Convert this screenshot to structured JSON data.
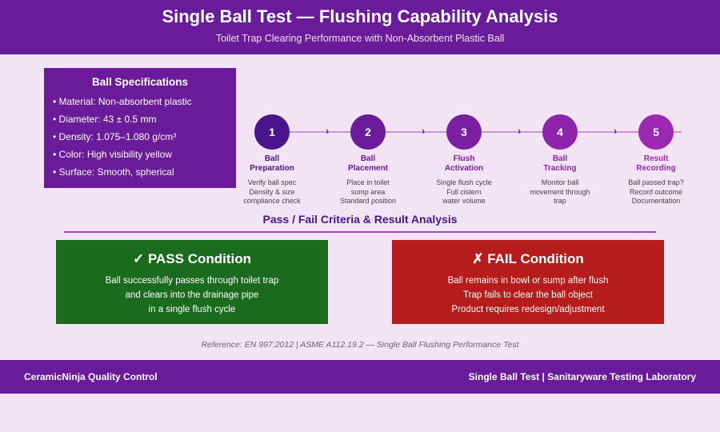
{
  "header": {
    "title": "Single Ball Test — Flushing Capability Analysis",
    "subtitle": "Toilet Trap Clearing Performance with Non-Absorbent Plastic Ball"
  },
  "specs": {
    "title": "Ball Specifications",
    "items": [
      "• Material: Non-absorbent plastic",
      "• Diameter: 43 ± 0.5 mm",
      "• Density: 1.075–1.080 g/cm³",
      "• Color: High visibility yellow",
      "• Surface: Smooth, spherical"
    ]
  },
  "steps": [
    {
      "num": "1",
      "name_1": "Ball",
      "name_2": "Preparation",
      "desc": [
        "Verify ball spec",
        "Density & size",
        "compliance check"
      ],
      "color": "#4a148c"
    },
    {
      "num": "2",
      "name_1": "Ball",
      "name_2": "Placement",
      "desc": [
        "Place in toilet",
        "sump area",
        "Standard position"
      ],
      "color": "#6a1b9a"
    },
    {
      "num": "3",
      "name_1": "Flush",
      "name_2": "Activation",
      "desc": [
        "Single flush cycle",
        "Full cistern",
        "water volume"
      ],
      "color": "#7b1fa2"
    },
    {
      "num": "4",
      "name_1": "Ball",
      "name_2": "Tracking",
      "desc": [
        "Monitor ball",
        "movement through",
        "trap"
      ],
      "color": "#8e24aa"
    },
    {
      "num": "5",
      "name_1": "Result",
      "name_2": "Recording",
      "desc": [
        "Ball passed trap?",
        "Record outcome",
        "Documentation"
      ],
      "color": "#9c27b0"
    }
  ],
  "arrow_glyph": "›",
  "criteria": {
    "title": "Pass / Fail Criteria & Result Analysis"
  },
  "pass": {
    "heading": "✓ PASS Condition",
    "lines": [
      "Ball successfully passes through toilet trap",
      "and clears into the drainage pipe",
      "in a single flush cycle"
    ],
    "color": "#1b6b1f"
  },
  "fail": {
    "heading": "✗ FAIL Condition",
    "lines": [
      "Ball remains in bowl or sump after flush",
      "Trap fails to clear the ball object",
      "Product requires redesign/adjustment"
    ],
    "color": "#b71c1c"
  },
  "reference": "Reference: EN 997:2012 | ASME A112.19.2 — Single Ball Flushing Performance Test",
  "footer": {
    "left": "CeramicNinja Quality Control",
    "right": "Single Ball Test | Sanitaryware Testing Laboratory"
  }
}
